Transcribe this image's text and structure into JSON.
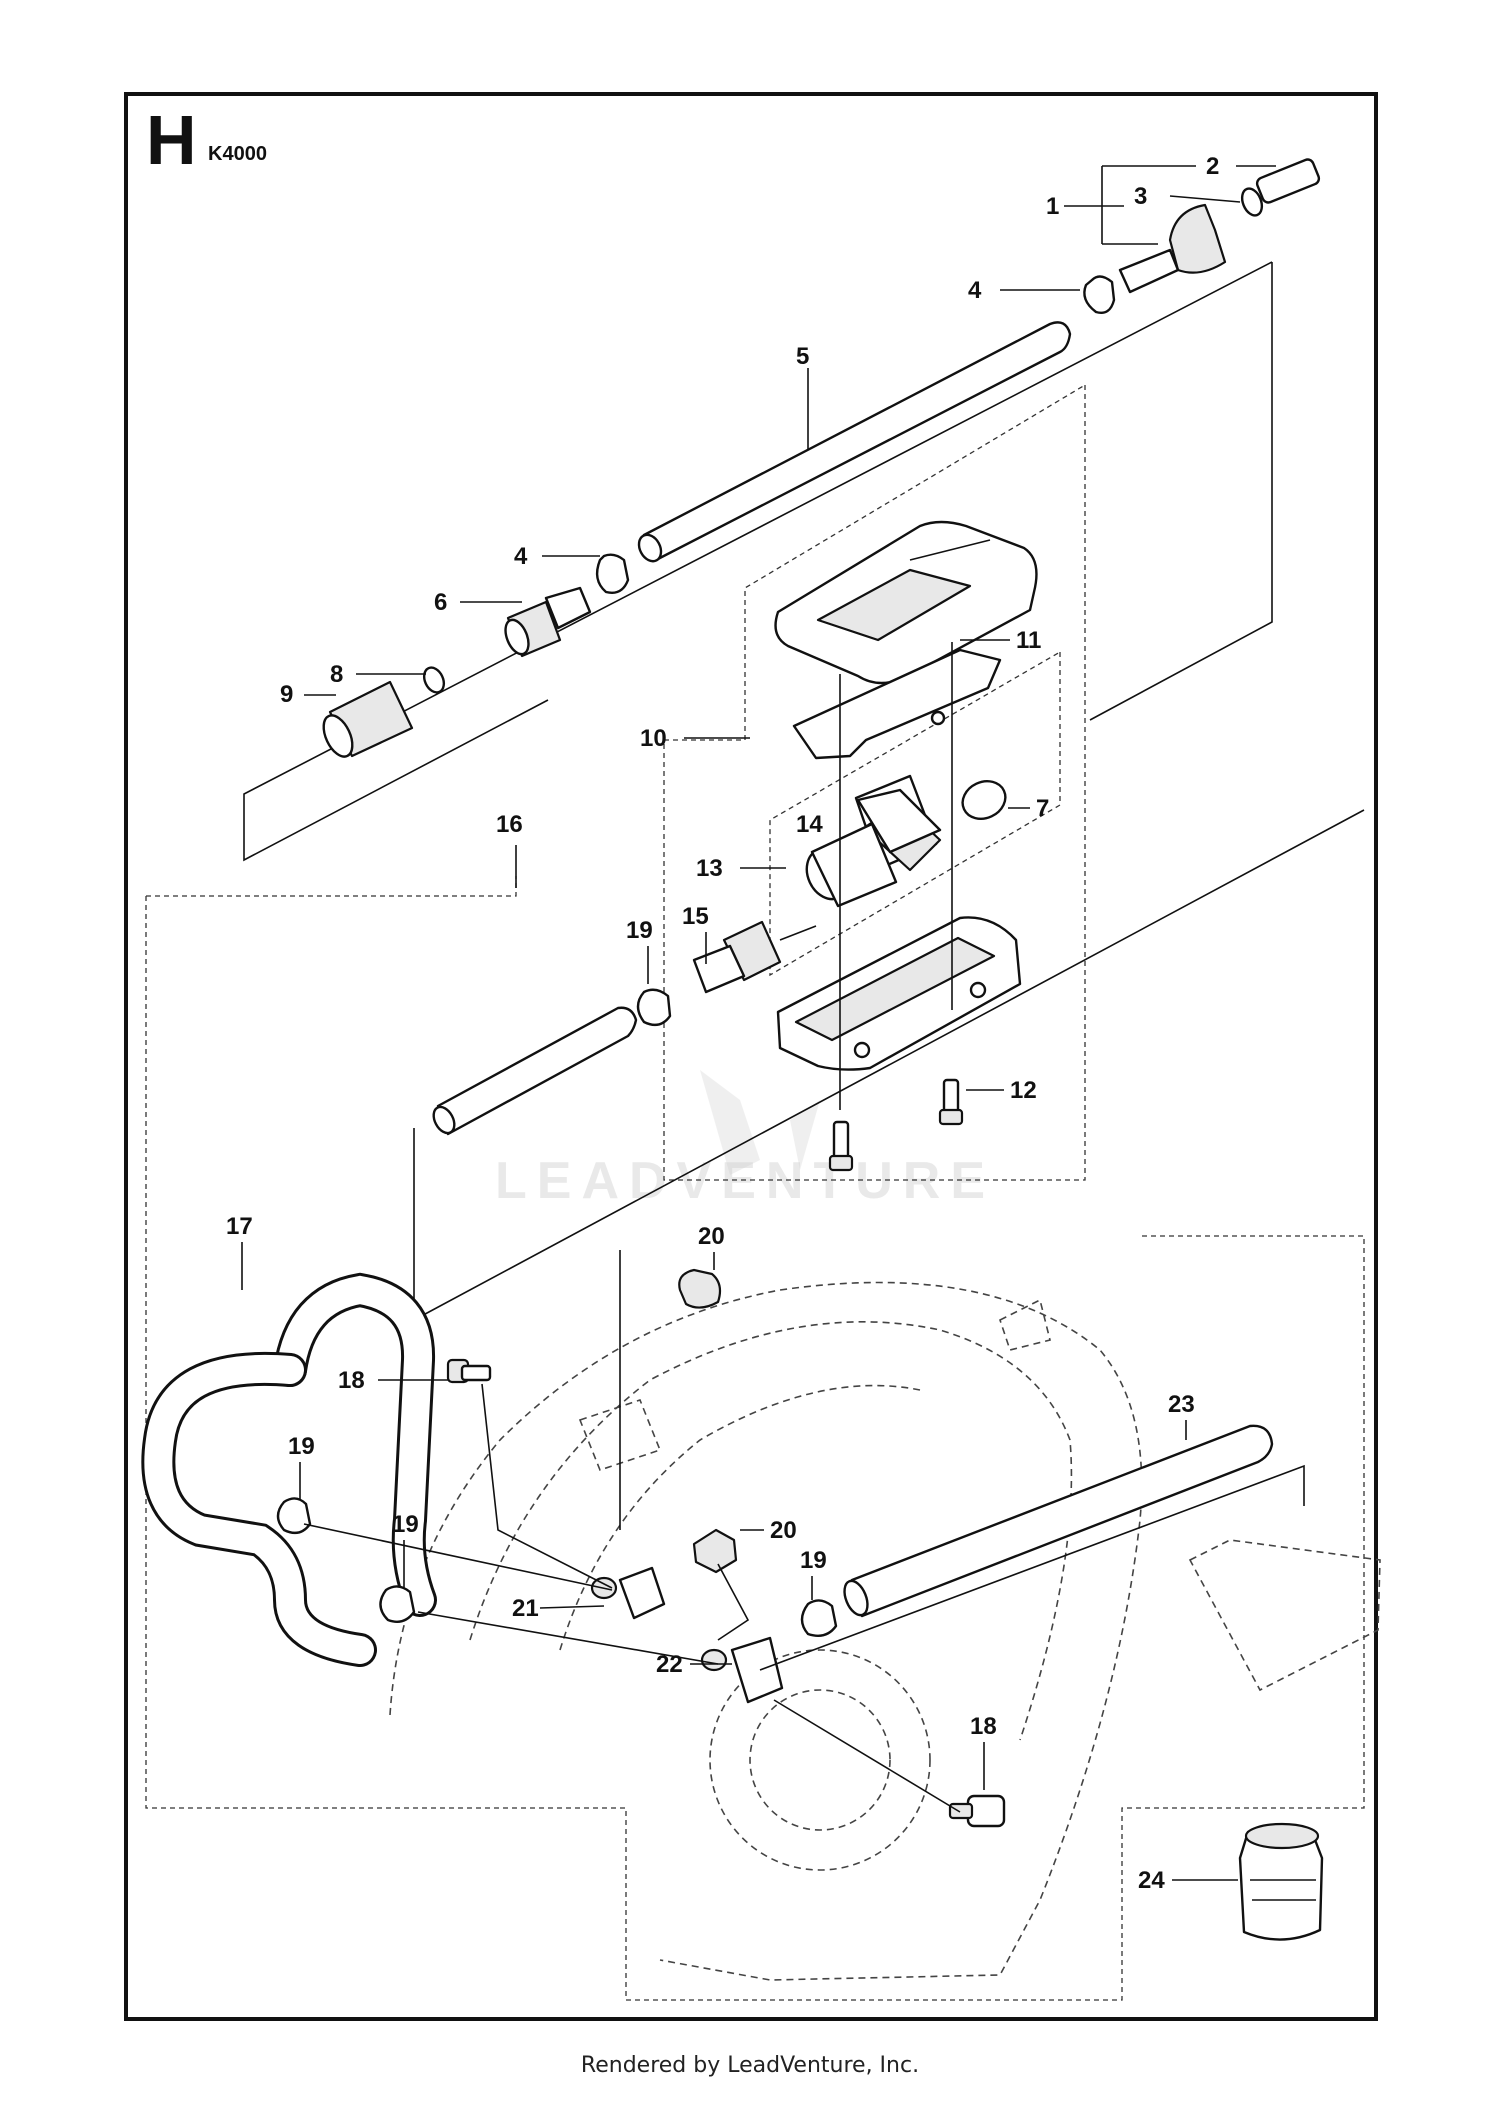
{
  "header": {
    "section_letter": "H",
    "model": "K4000"
  },
  "watermark": {
    "text": "LEADVENTURE"
  },
  "footer": {
    "text": "Rendered by LeadVenture, Inc."
  },
  "callouts": [
    "1",
    "2",
    "3",
    "4",
    "5",
    "4",
    "6",
    "8",
    "9",
    "10",
    "11",
    "7",
    "13",
    "14",
    "15",
    "16",
    "19",
    "12",
    "17",
    "20",
    "18",
    "23",
    "19",
    "19",
    "20",
    "19",
    "21",
    "22",
    "18",
    "24"
  ]
}
